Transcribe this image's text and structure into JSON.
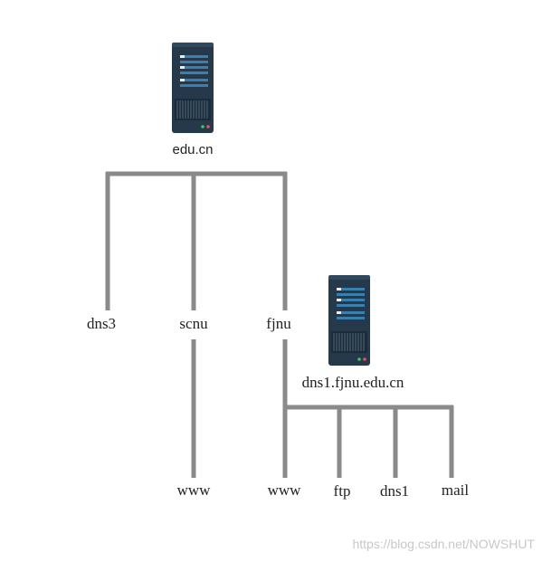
{
  "diagram": {
    "root_label": "edu.cn",
    "server2_label": "dns1.fjnu.edu.cn",
    "nodes": {
      "dns3": "dns3",
      "scnu": "scnu",
      "fjnu": "fjnu",
      "scnu_www": "www",
      "fjnu_www": "www",
      "ftp": "ftp",
      "dns1": "dns1",
      "mail": "mail"
    },
    "icons": {
      "root_server": "server-icon",
      "fjnu_server": "server-icon"
    },
    "colors": {
      "line": "#8a8a8a",
      "server_body": "#25394a",
      "server_stripe": "#3a7fae",
      "server_led_green": "#3fbf6f",
      "server_led_red": "#e0565b"
    }
  },
  "watermark": "https://blog.csdn.net/NOWSHUT"
}
